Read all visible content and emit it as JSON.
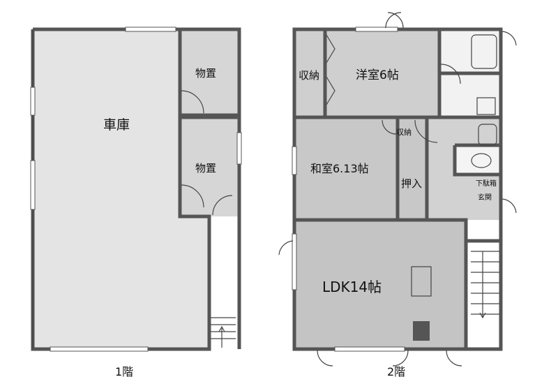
{
  "floor1": {
    "label": "1階",
    "rooms": {
      "garage": "車庫",
      "storage_upper": "物置",
      "storage_lower": "物置"
    }
  },
  "floor2": {
    "label": "2階",
    "rooms": {
      "western_room": "洋室6帖",
      "western_closet": "収納",
      "japanese_room": "和室6.13帖",
      "small_closet": "収納",
      "oshiire": "押入",
      "shoe_box": "下駄箱",
      "entrance": "玄関",
      "ldk": "LDK14帖"
    }
  },
  "colors": {
    "wall": "#555555",
    "shade": "#c8c8c8"
  }
}
